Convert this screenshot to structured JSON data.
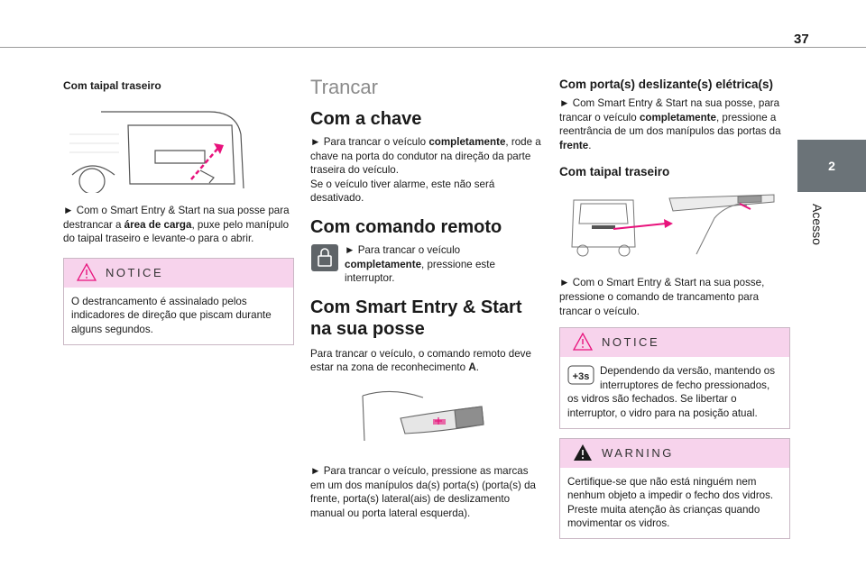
{
  "page": {
    "number": "37"
  },
  "side": {
    "tab_number": "2",
    "label": "Acesso"
  },
  "col1": {
    "heading": "Com taipal traseiro",
    "step_pre": "► Com o Smart Entry & Start na sua posse para destrancar a ",
    "step_bold": "área de carga",
    "step_post": ", puxe pelo manípulo do taipal traseiro e levante-o para o abrir.",
    "notice_title": "NOTICE",
    "notice_text": "O destrancamento é assinalado pelos indicadores de direção que piscam durante alguns segundos."
  },
  "col2": {
    "section_title": "Trancar",
    "h_key": "Com a chave",
    "key_pre": "► Para trancar o veículo ",
    "key_bold": "completamente",
    "key_post": ", rode a chave na porta do condutor na direção da parte traseira do veículo.",
    "key_note": "Se o veículo tiver alarme, este não será desativado.",
    "h_remote": "Com comando remoto",
    "remote_pre": "► Para trancar o veículo ",
    "remote_bold": "completamente",
    "remote_post": ", pressione este interruptor.",
    "h_smart": "Com Smart Entry & Start na sua posse",
    "smart_intro_pre": "Para trancar o veículo, o comando remoto deve estar na zona de reconhecimento ",
    "smart_intro_bold": "A",
    "smart_intro_post": ".",
    "smart_step": "► Para trancar o veículo, pressione as marcas em um dos manípulos da(s) porta(s) (porta(s) da frente, porta(s) lateral(ais) de deslizamento manual ou porta lateral esquerda)."
  },
  "col3": {
    "h_sliding": "Com porta(s) deslizante(s) elétrica(s)",
    "sliding_pre": "► Com Smart Entry & Start na sua posse, para trancar o veículo ",
    "sliding_bold": "completamente",
    "sliding_mid": ", pressione a reentrância de um dos manípulos das portas da ",
    "sliding_bold2": "frente",
    "sliding_post": ".",
    "h_tailgate": "Com taipal traseiro",
    "tail_step": "► Com o Smart Entry & Start na sua posse, pressione o comando de trancamento para trancar o veículo.",
    "notice_title": "NOTICE",
    "notice_text": "Dependendo da versão, mantendo os interruptores de fecho pressionados, os vidros são fechados. Se libertar o interruptor, o vidro para na posição atual.",
    "notice_icon_label": "+3s",
    "warning_title": "WARNING",
    "warning_text": "Certifique-se que não está ninguém nem nenhum objeto a impedir o fecho dos vidros. Preste muita atenção às crianças quando movimentar os vidros."
  },
  "colors": {
    "accent": "#e8127c",
    "notice_bg": "#f7d3ec",
    "tab_bg": "#6b7378"
  }
}
